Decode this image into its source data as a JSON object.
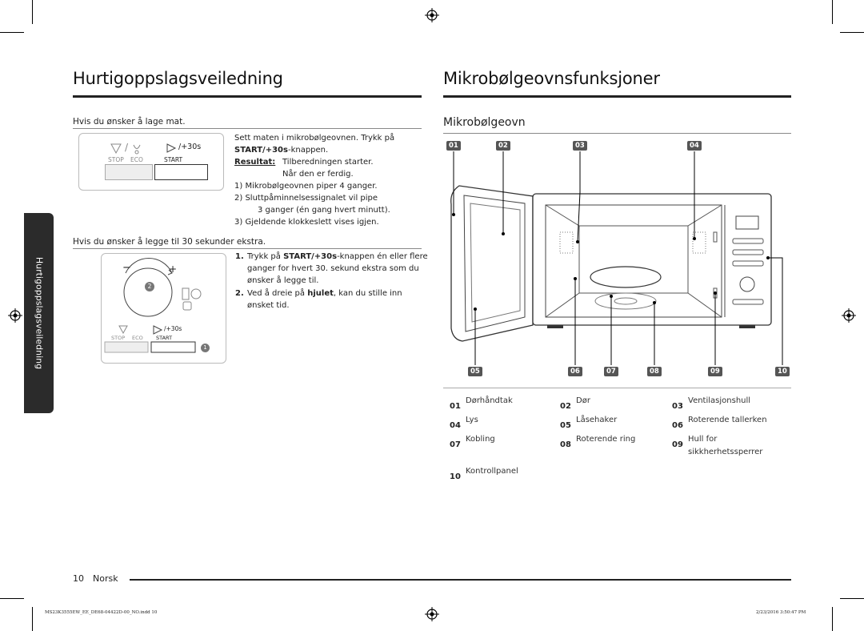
{
  "left": {
    "title": "Hurtigoppslagsveiledning",
    "section1": {
      "heading": "Hvis du ønsker å lage mat.",
      "intro_a": "Sett maten i mikrobølgeovnen. Trykk på",
      "intro_b_bold": "START/+30s",
      "intro_b_rest": "-knappen.",
      "result_label": "Resultat:",
      "result_text_a": "Tilberedningen starter.",
      "result_text_b": "Når den er ferdig.",
      "items": [
        "1)  Mikrobølgeovnen piper 4 ganger.",
        "2)  Sluttpåminnelsessignalet vil pipe",
        "3 ganger (én gang hvert minutt).",
        "3)  Gjeldende klokkeslett vises igjen."
      ]
    },
    "section2": {
      "heading": "Hvis du ønsker å legge til 30 sekunder ekstra.",
      "step1_num": "1.",
      "step1_a": "Trykk på",
      "step1_bold": "START/+30s",
      "step1_b": "-knappen én eller flere",
      "step1_c": "ganger for hvert 30. sekund ekstra som du",
      "step1_d": "ønsker å legge til.",
      "step2_num": "2.",
      "step2_a": "Ved å dreie på",
      "step2_bold": "hjulet",
      "step2_b": ", kan du stille inn",
      "step2_c": "ønsket tid."
    },
    "panel": {
      "stop": "STOP",
      "eco": "ECO",
      "start": "START",
      "plus30": "/+30s",
      "minus": "−",
      "plus": "+",
      "callout1": "1",
      "callout2": "2"
    },
    "sidebar": "Hurtigoppslagsveiledning"
  },
  "right": {
    "title": "Mikrobølgeovnsfunksjoner",
    "subtitle": "Mikrobølgeovn",
    "callouts_top": [
      "01",
      "02",
      "03",
      "04"
    ],
    "callouts_bottom": [
      "05",
      "06",
      "07",
      "08",
      "09",
      "10"
    ],
    "legend": [
      {
        "num": "01",
        "text": "Dørhåndtak"
      },
      {
        "num": "02",
        "text": "Dør"
      },
      {
        "num": "03",
        "text": "Ventilasjonshull"
      },
      {
        "num": "04",
        "text": "Lys"
      },
      {
        "num": "05",
        "text": "Låsehaker"
      },
      {
        "num": "06",
        "text": "Roterende tallerken"
      },
      {
        "num": "07",
        "text": "Kobling"
      },
      {
        "num": "08",
        "text": "Roterende ring"
      },
      {
        "num": "09",
        "text": "Hull for"
      },
      {
        "num": "",
        "text": "sikkherhetssperrer"
      },
      {
        "num": "10",
        "text": "Kontrollpanel"
      }
    ]
  },
  "footer": {
    "page": "10",
    "lang": "Norsk",
    "file": "MS23K3555EW_EE_DE68-04422D-00_NO.indd   10",
    "date": "2/23/2016   3:50:47 PM"
  }
}
